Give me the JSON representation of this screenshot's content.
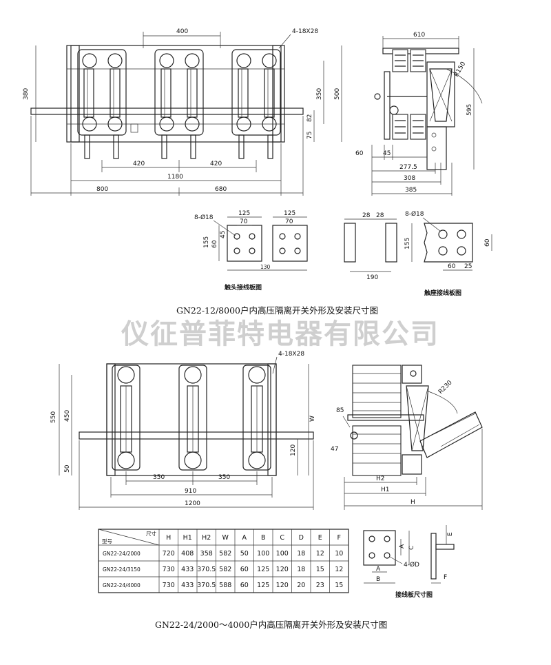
{
  "top_drawing": {
    "front_view": {
      "dims": {
        "pole_spacing_top": "400",
        "mount_holes": "4-18X28",
        "height_left": "380",
        "height_right_350": "350",
        "height_right_500": "500",
        "dim_75": "75",
        "dim_82": "82",
        "spacing_420_a": "420",
        "spacing_420_b": "420",
        "length_1180": "1180",
        "length_800": "800",
        "length_680": "680"
      }
    },
    "side_view": {
      "dims": {
        "width_610": "610",
        "radius": "R150",
        "height_595": "595",
        "dim_60": "60",
        "dim_45": "45",
        "dim_277_5": "277.5",
        "dim_308": "308",
        "dim_385": "385"
      }
    },
    "contact_plate": {
      "dims": {
        "holes": "8-Ø18",
        "w125_a": "125",
        "w125_b": "125",
        "w70_a": "70",
        "w70_b": "70",
        "h155": "155",
        "h60": "60",
        "h45": "45",
        "w130": "130"
      },
      "label": "触头接线板图"
    },
    "seat_plate": {
      "dims": {
        "t28_a": "28",
        "t28_b": "28",
        "holes": "8-Ø18",
        "w190": "190",
        "h155": "155",
        "h60": "60",
        "w60": "60",
        "w25": "25"
      },
      "label": "触座接线板图"
    },
    "caption": "GN22-12/8000户内高压隔离开关外形及安装尺寸图"
  },
  "watermark": "仪征普菲特电器有限公司",
  "bottom_drawing": {
    "front_view": {
      "dims": {
        "mount_holes": "4-18X28",
        "h550": "550",
        "h450": "450",
        "h50": "50",
        "h120": "120",
        "w_label": "W",
        "spacing_350_a": "350",
        "spacing_350_b": "350",
        "length_910": "910",
        "length_1200": "1200"
      }
    },
    "side_view": {
      "dims": {
        "radius": "R230",
        "dim_85": "85",
        "dim_47": "47",
        "h2": "H2",
        "h1": "H1",
        "h": "H"
      }
    },
    "table": {
      "corner_top": "尺寸",
      "corner_bottom": "型号",
      "headers": [
        "H",
        "H1",
        "H2",
        "W",
        "A",
        "B",
        "C",
        "D",
        "E",
        "F"
      ],
      "rows": [
        {
          "model": "GN22-24/2000",
          "values": [
            "720",
            "408",
            "358",
            "582",
            "50",
            "100",
            "100",
            "18",
            "12",
            "10"
          ]
        },
        {
          "model": "GN22-24/3150",
          "values": [
            "730",
            "433",
            "370.5",
            "582",
            "60",
            "125",
            "120",
            "18",
            "15",
            "12"
          ]
        },
        {
          "model": "GN22-24/4000",
          "values": [
            "730",
            "433",
            "370.5",
            "588",
            "60",
            "125",
            "120",
            "20",
            "23",
            "15"
          ]
        }
      ]
    },
    "plate_detail": {
      "dims": {
        "a_v": "A",
        "c_v": "C",
        "a_h": "A",
        "b_h": "B",
        "holes": "4-ØD",
        "e": "E",
        "f": "F"
      },
      "label": "接线板尺寸图"
    },
    "caption": "GN22-24/2000～4000户内高压隔离开关外形及安装尺寸图"
  }
}
